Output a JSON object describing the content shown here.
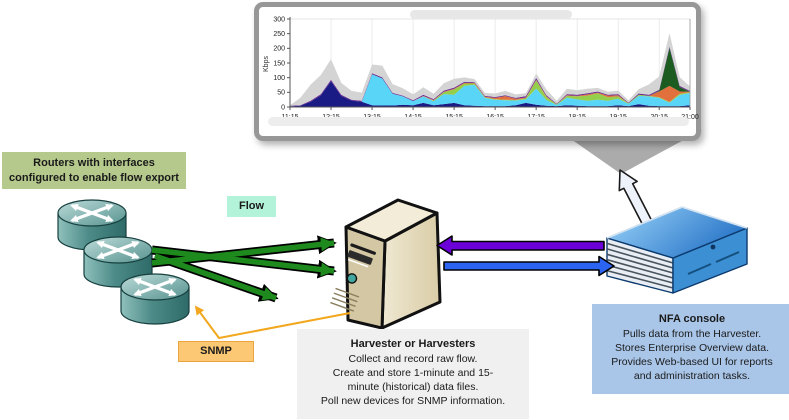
{
  "chart_data": {
    "type": "area",
    "stacked": true,
    "title": "",
    "title_obscured": "blurred-out chart title",
    "ylabel": "Kbps",
    "ylim": [
      0,
      300
    ],
    "y_ticks": [
      0,
      50,
      100,
      150,
      200,
      250,
      300
    ],
    "xlim": [
      11.25,
      21.0
    ],
    "x_ticks": [
      {
        "label": "11:15",
        "hour": 11.25
      },
      {
        "label": "12:15",
        "hour": 12.25
      },
      {
        "label": "13:15",
        "hour": 13.25
      },
      {
        "label": "14:15",
        "hour": 14.25
      },
      {
        "label": "15:15",
        "hour": 15.25
      },
      {
        "label": "16:15",
        "hour": 16.25
      },
      {
        "label": "17:15",
        "hour": 17.25
      },
      {
        "label": "18:15",
        "hour": 18.25
      },
      {
        "label": "19:15",
        "hour": 19.25
      },
      {
        "label": "20:15",
        "hour": 20.25
      },
      {
        "label": "21:00",
        "hour": 21.0
      }
    ],
    "x_start": 11.25,
    "x_step": 0.25,
    "legend": "none",
    "grid": "vertical-only",
    "series": [
      {
        "name": "dark-blue",
        "color": "#1b1b86",
        "values": [
          2,
          4,
          18,
          40,
          88,
          38,
          22,
          18,
          6,
          5,
          5,
          8,
          6,
          14,
          6,
          10,
          14,
          6,
          4,
          3,
          3,
          3,
          6,
          14,
          8,
          4,
          3,
          6,
          4,
          3,
          3,
          3,
          6,
          3,
          10,
          4,
          3,
          3,
          3,
          6
        ]
      },
      {
        "name": "light-blue",
        "color": "#58d5f7",
        "values": [
          0,
          0,
          0,
          0,
          0,
          0,
          0,
          0,
          105,
          92,
          40,
          28,
          14,
          22,
          14,
          34,
          28,
          66,
          72,
          28,
          22,
          20,
          16,
          12,
          55,
          20,
          4,
          26,
          22,
          18,
          22,
          18,
          22,
          8,
          28,
          32,
          28,
          12,
          38,
          42
        ]
      },
      {
        "name": "light-green",
        "color": "#94ce4a",
        "values": [
          0,
          0,
          0,
          0,
          0,
          0,
          0,
          0,
          0,
          0,
          0,
          0,
          0,
          0,
          2,
          6,
          18,
          8,
          4,
          2,
          2,
          2,
          2,
          4,
          28,
          10,
          2,
          6,
          10,
          18,
          22,
          12,
          8,
          2,
          4,
          2,
          2,
          2,
          4,
          2
        ]
      },
      {
        "name": "orange",
        "color": "#e2703d",
        "values": [
          0,
          0,
          0,
          0,
          0,
          0,
          0,
          0,
          0,
          0,
          0,
          0,
          0,
          2,
          2,
          2,
          2,
          2,
          2,
          2,
          4,
          12,
          4,
          2,
          2,
          2,
          0,
          2,
          2,
          4,
          2,
          6,
          4,
          0,
          0,
          0,
          20,
          55,
          8,
          2
        ]
      },
      {
        "name": "dark-green",
        "color": "#1d5c20",
        "values": [
          0,
          0,
          0,
          0,
          0,
          0,
          0,
          0,
          0,
          0,
          0,
          0,
          0,
          0,
          0,
          0,
          0,
          0,
          0,
          0,
          0,
          0,
          0,
          0,
          0,
          0,
          0,
          0,
          0,
          0,
          0,
          0,
          0,
          0,
          0,
          0,
          2,
          130,
          15,
          0
        ]
      },
      {
        "name": "purple",
        "color": "#6a2c91",
        "values": [
          2,
          2,
          3,
          4,
          5,
          4,
          3,
          3,
          4,
          4,
          3,
          3,
          3,
          4,
          3,
          4,
          4,
          4,
          3,
          3,
          3,
          3,
          3,
          5,
          6,
          4,
          2,
          4,
          4,
          4,
          4,
          3,
          4,
          2,
          4,
          4,
          4,
          5,
          4,
          3
        ]
      },
      {
        "name": "gray-other",
        "color": "#d4d4d4",
        "values": [
          2,
          25,
          55,
          65,
          70,
          40,
          30,
          28,
          30,
          40,
          30,
          25,
          20,
          25,
          18,
          25,
          30,
          15,
          10,
          10,
          12,
          15,
          12,
          10,
          15,
          20,
          10,
          18,
          15,
          15,
          12,
          10,
          12,
          8,
          15,
          35,
          45,
          45,
          30,
          15
        ]
      }
    ]
  },
  "labels": {
    "routers_box": {
      "line1": "Routers with interfaces",
      "line2": "configured to enable flow export"
    },
    "flow_box": "Flow",
    "snmp_box": "SNMP",
    "harvester_box": {
      "title": "Harvester or Harvesters",
      "lines": [
        "Collect and record raw flow.",
        "Create and store 1-minute and 15-",
        "minute (historical) data files.",
        "Poll new devices for SNMP information."
      ]
    },
    "nfa_box": {
      "title": "NFA console",
      "lines": [
        "Pulls data from the Harvester.",
        "Stores Enterprise Overview data.",
        "Provides Web-based UI for reports",
        "and administration tasks."
      ]
    }
  },
  "colors": {
    "green_arrow": "#1e8a1e",
    "purple_arrow": "#6c00d8",
    "blue_arrow": "#2b64f0",
    "snmp_line": "#f2a71e",
    "snmp_box_bg": "#fcc873",
    "flow_box_bg": "#b2f3da",
    "routers_box_bg": "#b5c98c",
    "nfa_box_bg": "#a9c6e9",
    "harvester_box_bg": "#f0f0f0",
    "funnel_gray": "#ababab",
    "white_arrow_fill": "#eef2fa",
    "chart_frame_gray": "#979797"
  }
}
